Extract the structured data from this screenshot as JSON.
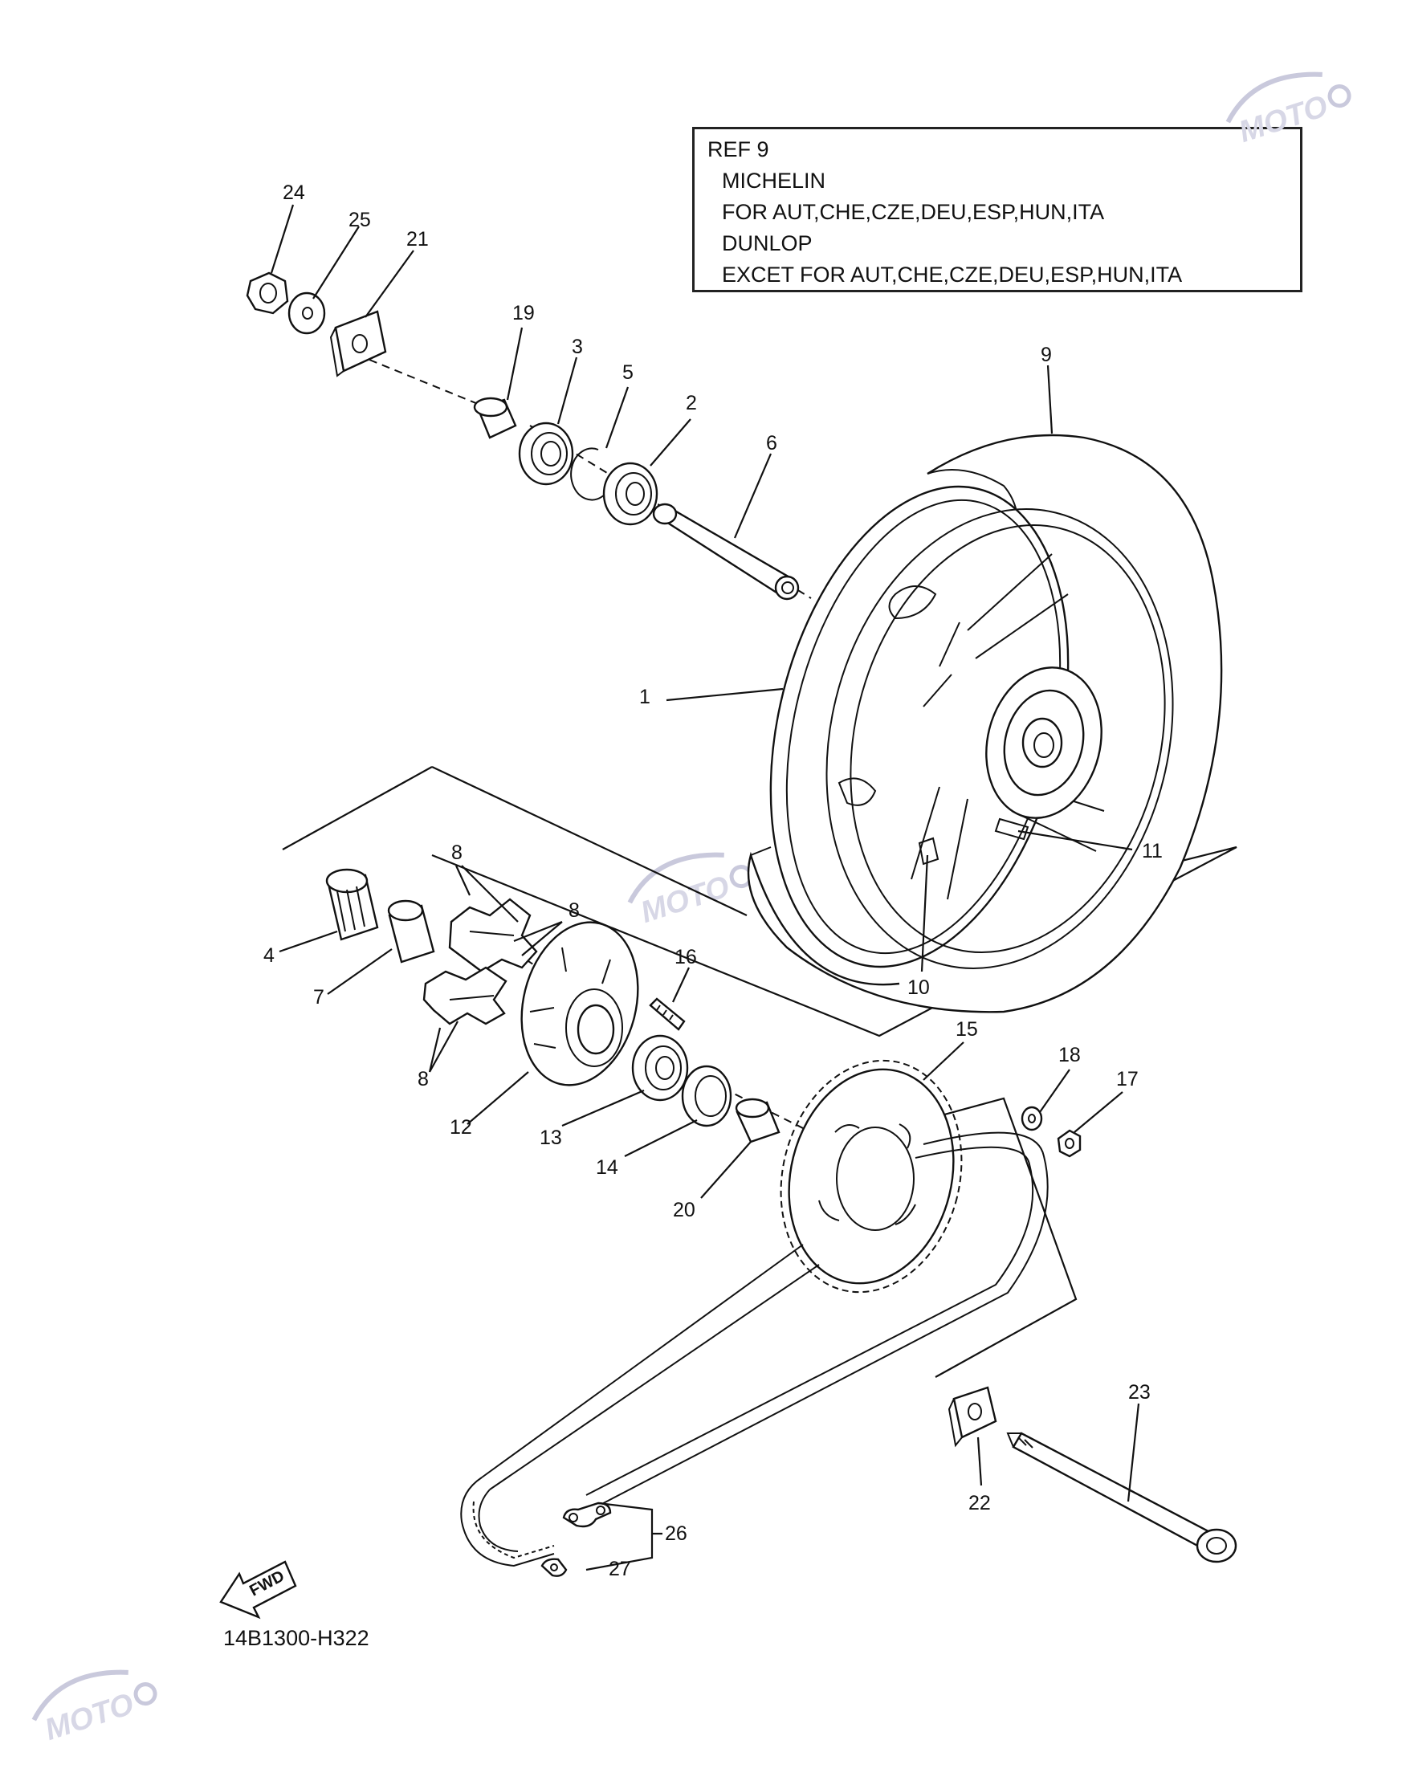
{
  "reference_box": {
    "line1": "REF 9",
    "line2": "MICHELIN",
    "line3": "FOR AUT,CHE,CZE,DEU,ESP,HUN,ITA",
    "line4": "DUNLOP",
    "line5": "EXCET FOR AUT,CHE,CZE,DEU,ESP,HUN,ITA"
  },
  "diagram_code": "14B1300-H322",
  "fwd_label": "FWD",
  "watermark_text": "MOTO",
  "callouts": {
    "c1": "1",
    "c2": "2",
    "c3": "3",
    "c4": "4",
    "c5": "5",
    "c6": "6",
    "c7": "7",
    "c8a": "8",
    "c8b": "8",
    "c8c": "8",
    "c9": "9",
    "c10": "10",
    "c11": "11",
    "c12": "12",
    "c13": "13",
    "c14": "14",
    "c15": "15",
    "c16": "16",
    "c17": "17",
    "c18": "18",
    "c19": "19",
    "c20": "20",
    "c21": "21",
    "c22": "22",
    "c23": "23",
    "c24": "24",
    "c25": "25",
    "c26": "26",
    "c27": "27"
  },
  "colors": {
    "line": "#111111",
    "watermark": "#d7d7e6"
  }
}
